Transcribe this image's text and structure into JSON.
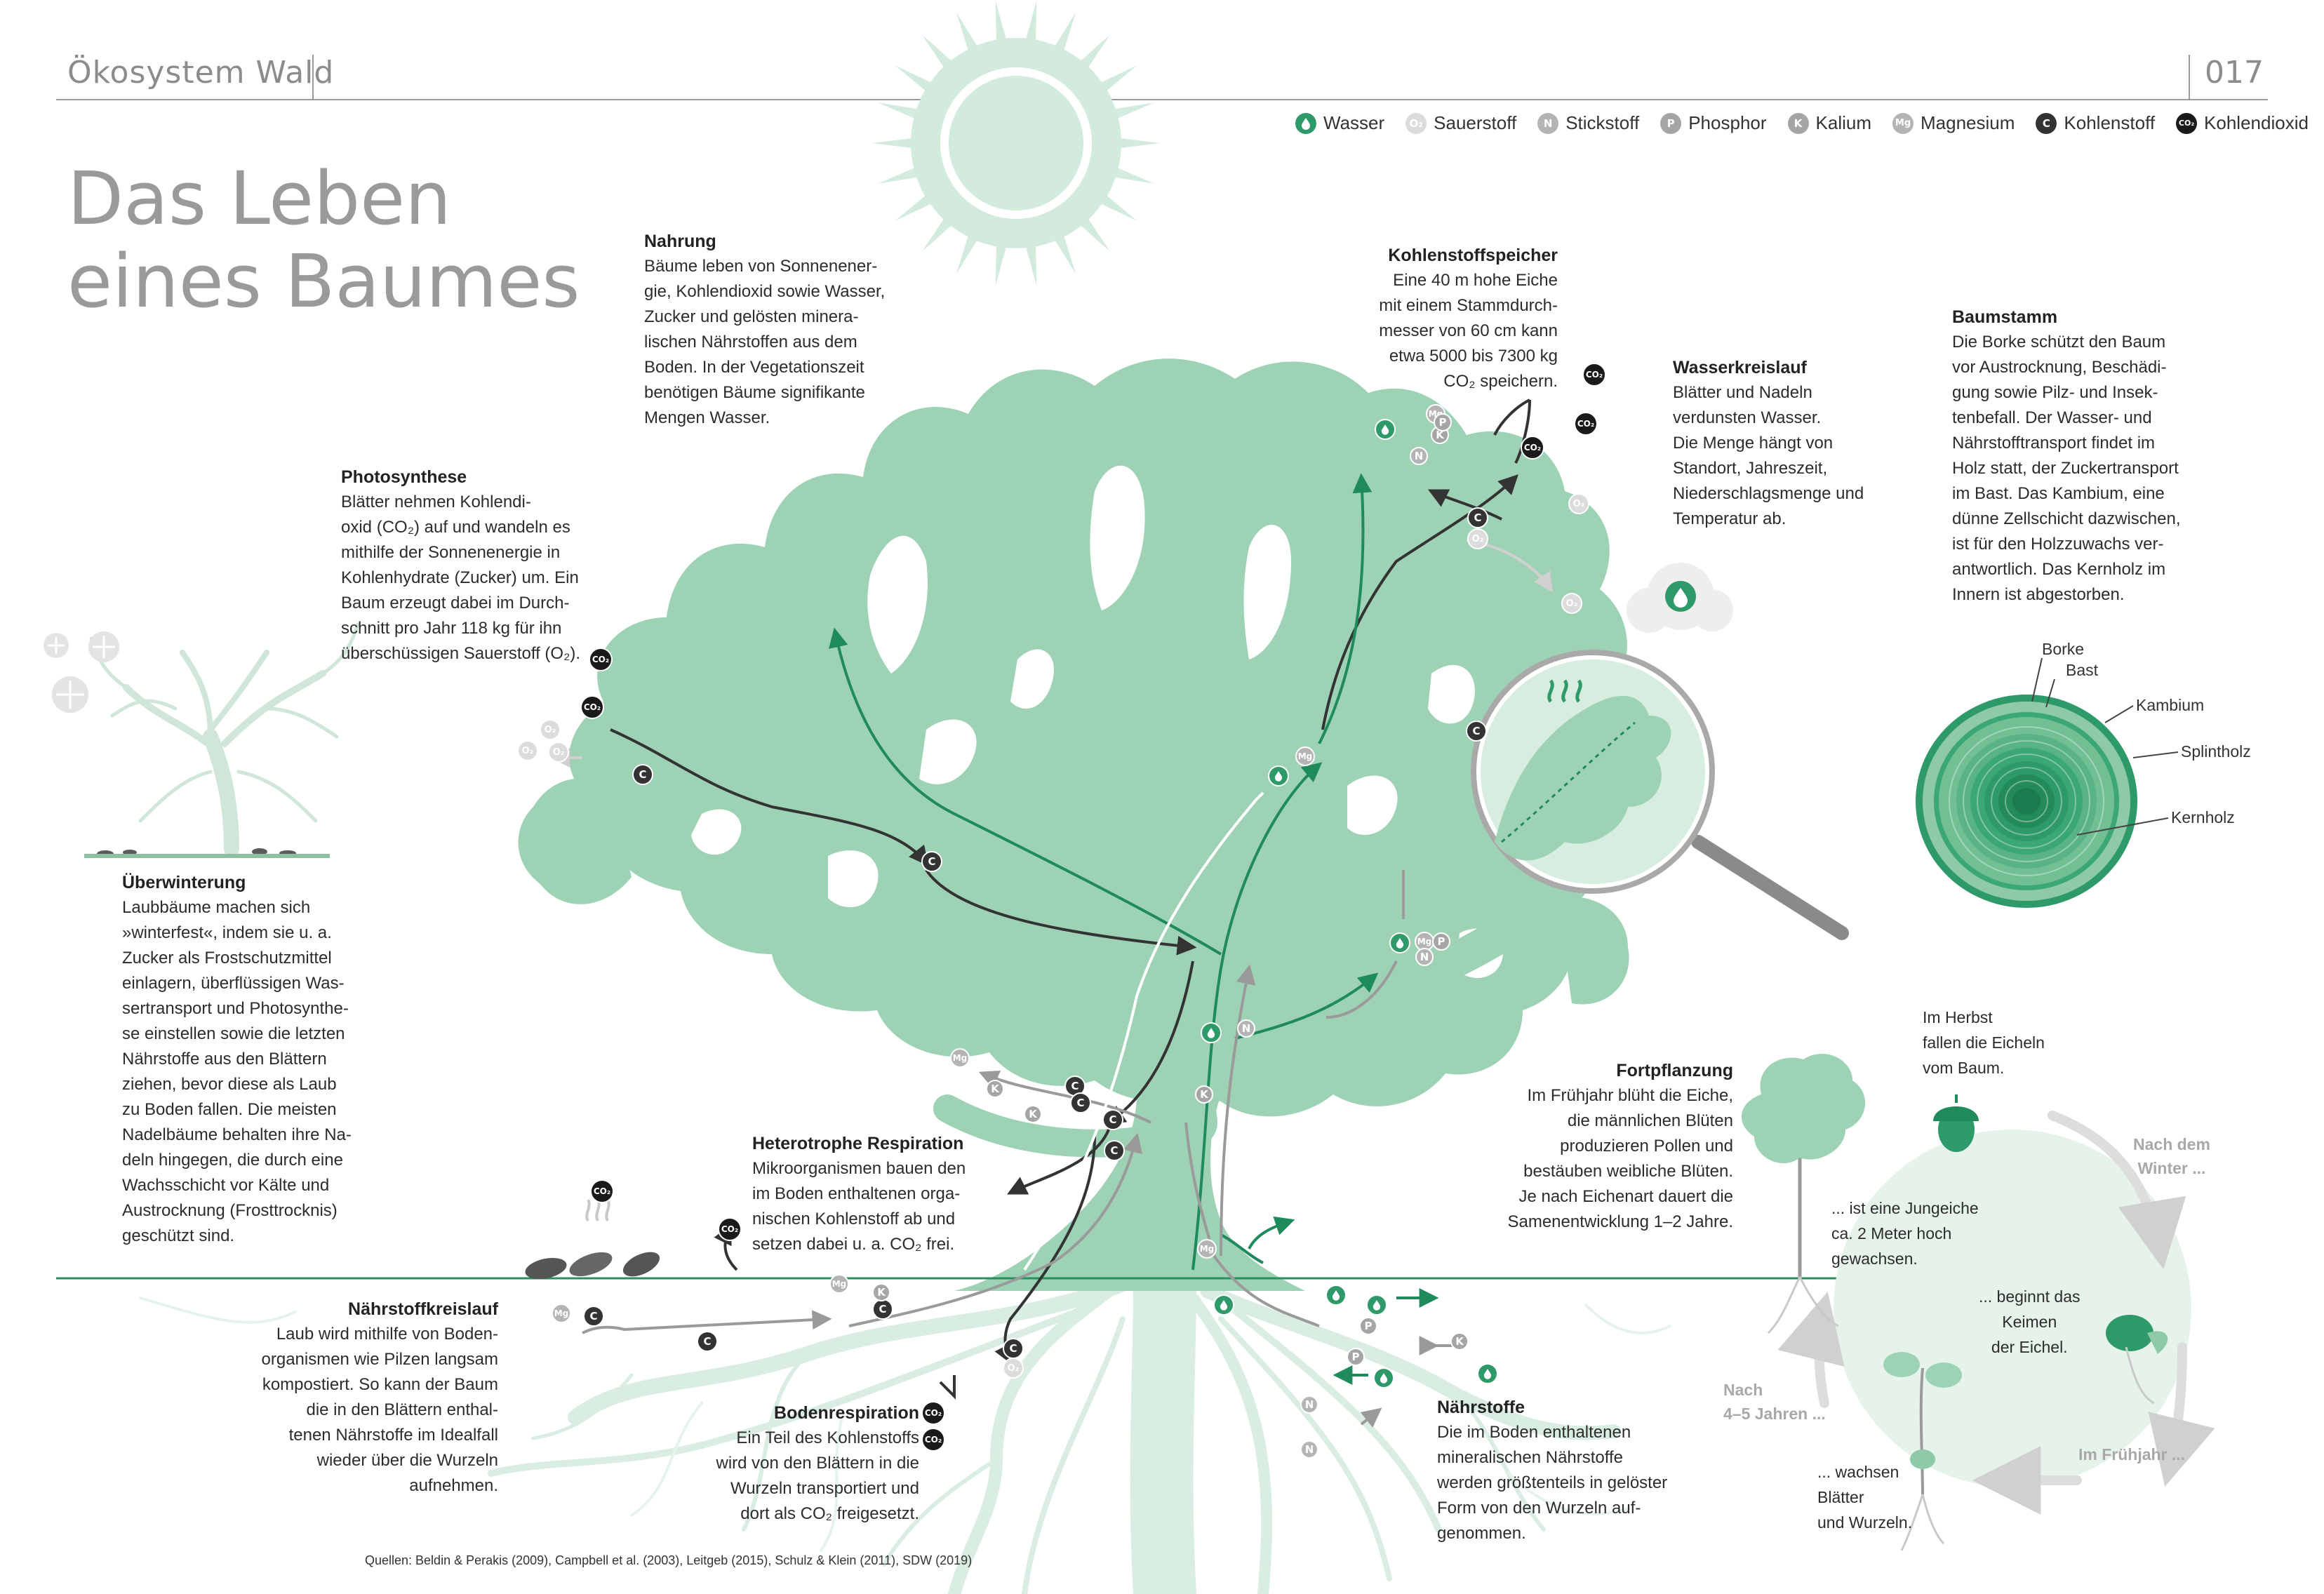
{
  "header": {
    "section_title": "Ökosystem Wald",
    "page_number": "017"
  },
  "title": {
    "line1": "Das Leben",
    "line2": "eines Baumes"
  },
  "legend": [
    {
      "label": "Wasser",
      "symbol": "drop-icon",
      "color": "#2e9a6a"
    },
    {
      "label": "Sauerstoff",
      "symbol": "O2",
      "color": "#d9d9d9"
    },
    {
      "label": "Stickstoff",
      "symbol": "N",
      "color": "#b4b4b4"
    },
    {
      "label": "Phosphor",
      "symbol": "P",
      "color": "#a5a5a5"
    },
    {
      "label": "Kalium",
      "symbol": "K",
      "color": "#a5a5a5"
    },
    {
      "label": "Magnesium",
      "symbol": "Mg",
      "color": "#b4b4b4"
    },
    {
      "label": "Kohlenstoff",
      "symbol": "C",
      "color": "#333333"
    },
    {
      "label": "Kohlendioxid",
      "symbol": "CO2",
      "color": "#1a1a1a"
    }
  ],
  "colors": {
    "tree": "#9dd3b4",
    "accent": "#1f8a5c",
    "ground_line": "#2a8f5f",
    "sun": "#d3ebdd",
    "roots": "#dcefe4"
  },
  "blocks": {
    "nahrung": {
      "title": "Nahrung",
      "text": "Bäume leben von Sonnenener-\ngie, Kohlendioxid sowie Wasser,\nZucker und gelösten minera-\nlischen Nährstoffen aus dem\nBoden. In der Vegetationszeit\nbenötigen Bäume signifikante\nMengen Wasser."
    },
    "kohlenstoffspeicher": {
      "title": "Kohlenstoffspeicher",
      "text": "Eine 40 m hohe Eiche\nmit einem Stammdurch-\nmesser von 60 cm kann\netwa 5000 bis 7300 kg\nCO₂ speichern."
    },
    "wasserkreislauf": {
      "title": "Wasserkreislauf",
      "text": "Blätter und Nadeln\nverdunsten Wasser.\nDie Menge hängt von\nStandort, Jahreszeit,\nNiederschlagsmenge und\nTemperatur ab."
    },
    "baumstamm": {
      "title": "Baumstamm",
      "text": "Die Borke schützt den Baum\nvor Austrocknung, Beschädi-\ngung sowie Pilz- und Insek-\ntenbefall. Der Wasser- und\nNährstofftransport findet im\nHolz statt, der Zuckertransport\nim Bast. Das Kambium, eine\ndünne Zellschicht dazwischen,\nist für den Holzzuwachs ver-\nantwortlich. Das Kernholz im\nInnern ist abgestorben."
    },
    "photosynthese": {
      "title": "Photosynthese",
      "text": "Blätter nehmen Kohlendi-\noxid (CO₂) auf und wandeln es\nmithilfe der Sonnenenergie in\nKohlenhydrate (Zucker) um. Ein\nBaum erzeugt dabei im Durch-\nschnitt pro Jahr 118 kg für ihn\nüberschüssigen Sauerstoff (O₂)."
    },
    "ueberwinterung": {
      "title": "Überwinterung",
      "text": "Laubbäume machen sich\n»winterfest«, indem sie u. a.\nZucker als Frostschutzmittel\neinlagern, überflüssigen Was-\nsertransport und Photosynthe-\nse einstellen sowie die letzten\nNährstoffe aus den Blättern\nziehen, bevor diese als Laub\nzu Boden fallen. Die meisten\nNadelbäume behalten ihre Na-\ndeln hingegen, die durch eine\nWachsschicht vor Kälte und\nAustrocknung (Frosttrocknis)\ngeschützt sind."
    },
    "heterotrophe": {
      "title": "Heterotrophe Respiration",
      "text": "Mikroorganismen bauen den\nim Boden enthaltenen orga-\nnischen Kohlenstoff ab und\nsetzen dabei u. a. CO₂ frei."
    },
    "fortpflanzung": {
      "title": "Fortpflanzung",
      "text": "Im Frühjahr blüht die Eiche,\ndie männlichen Blüten\nproduzieren Pollen und\nbestäuben weibliche Blüten.\nJe nach Eichenart dauert die\nSamenentwicklung 1–2 Jahre."
    },
    "naehrstoffkreislauf": {
      "title": "Nährstoffkreislauf",
      "text": "Laub wird mithilfe von Boden-\norganismen wie Pilzen langsam\nkompostiert. So kann der Baum\ndie in den Blättern enthal-\ntenen Nährstoffe im Idealfall\nwieder über die Wurzeln\naufnehmen."
    },
    "bodenrespiration": {
      "title": "Bodenrespiration",
      "text": "Ein Teil des Kohlenstoffs\nwird von den Blättern in die\nWurzeln transportiert und\ndort als CO₂ freigesetzt."
    },
    "naehrstoffe": {
      "title": "Nährstoffe",
      "text": "Die im Boden enthaltenen\nmineralischen Nährstoffe\nwerden größtenteils in gelöster\nForm von den Wurzeln auf-\ngenommen."
    }
  },
  "trunk_labels": {
    "borke": "Borke",
    "bast": "Bast",
    "kambium": "Kambium",
    "splintholz": "Splintholz",
    "kernholz": "Kernholz"
  },
  "cycle": {
    "herbst": "Im Herbst\nfallen die Eicheln\nvom Baum.",
    "nach_dem_winter": "Nach dem\nWinter ...",
    "keimen": "... beginnt das\nKeimen\nder Eichel.",
    "im_fruehjahr": "Im Frühjahr ...",
    "wachsen": "... wachsen\nBlätter\nund Wurzeln.",
    "nach_jahren": "Nach\n4–5 Jahren ...",
    "jungeiche": "... ist eine Jungeiche\nca. 2 Meter hoch\ngewachsen."
  },
  "sources": "Quellen: Beldin & Perakis (2009), Campbell et al. (2003), Leitgeb (2015), Schulz & Klein (2011), SDW (2019)",
  "markers": {
    "co2": "CO₂",
    "o2": "O₂",
    "c": "C",
    "mg": "Mg",
    "k": "K",
    "n": "N",
    "p": "P"
  }
}
